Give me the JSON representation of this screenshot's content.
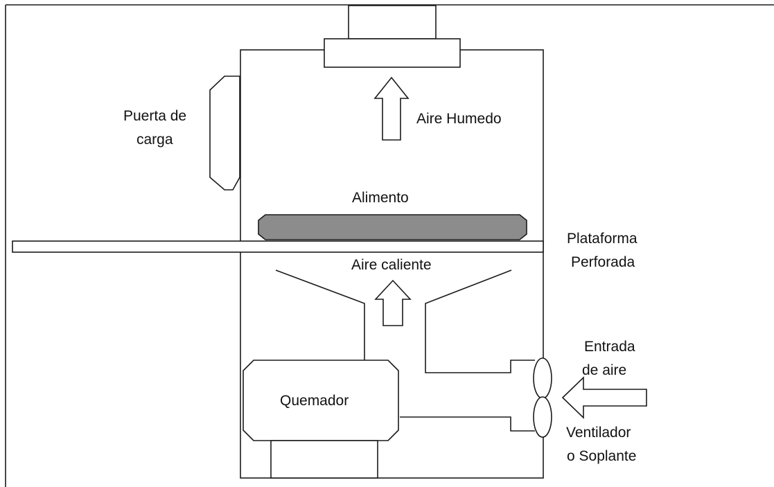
{
  "colors": {
    "line": "#1a1a1a",
    "food_fill": "#8c8c8c",
    "background": "#ffffff"
  },
  "labels": {
    "puerta_line1": "Puerta de",
    "puerta_line2": "carga",
    "aire_humedo": "Aire Humedo",
    "alimento": "Alimento",
    "plataforma_line1": "Plataforma",
    "plataforma_line2": "Perforada",
    "aire_caliente": "Aire caliente",
    "entrada_line1": "Entrada",
    "entrada_line2": "de aire",
    "quemador": "Quemador",
    "ventilador_line1": "Ventilador",
    "ventilador_line2": "o Soplante"
  }
}
